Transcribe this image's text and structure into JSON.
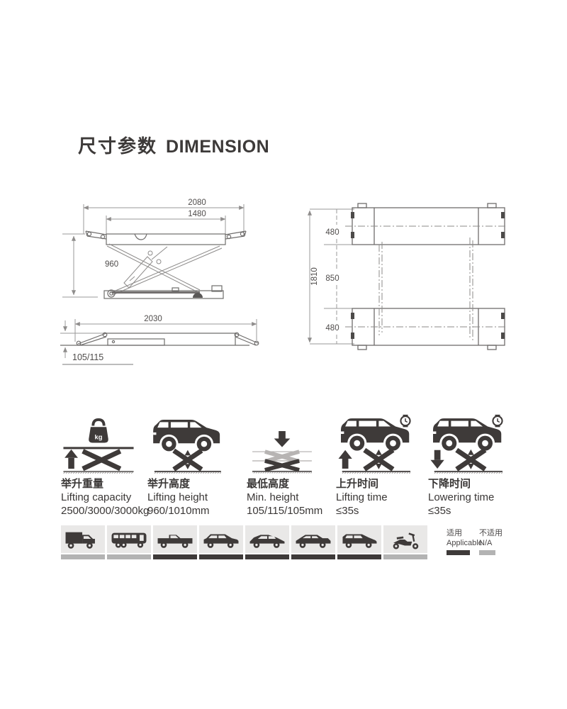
{
  "title": {
    "zh": "尺寸参数",
    "en": "DIMENSION"
  },
  "drawings": {
    "side_view_raised": {
      "overall_length": "2080",
      "platform_length": "1480",
      "raised_height": "960"
    },
    "side_view_lowered": {
      "drive_on_length": "2030",
      "min_height": "105/115"
    },
    "top_view": {
      "overall_width": "1810",
      "platform_width_top": "480",
      "inner_track": "850",
      "platform_width_bottom": "480"
    }
  },
  "specs": [
    {
      "icon": "weight-on-lift-icon",
      "label_zh": "举升重量",
      "label_en": "Lifting capacity",
      "value": "2500/3000/3000kg"
    },
    {
      "icon": "car-on-lift-icon",
      "label_zh": "举升高度",
      "label_en": "Lifting height",
      "value": "960/1010mm"
    },
    {
      "icon": "min-height-collapse-icon",
      "label_zh": "最低高度",
      "label_en": "Min. height",
      "value": "105/115/105mm"
    },
    {
      "icon": "car-lift-clock-up-icon",
      "label_zh": "上升时间",
      "label_en": "Lifting time",
      "value": "≤35s"
    },
    {
      "icon": "car-lift-clock-down-icon",
      "label_zh": "下降时间",
      "label_en": "Lowering time",
      "value": "≤35s"
    }
  ],
  "vehicle_tiles": [
    {
      "type": "box-truck",
      "applicable": false
    },
    {
      "type": "coach-bus",
      "applicable": false
    },
    {
      "type": "pickup-truck",
      "applicable": true
    },
    {
      "type": "suv",
      "applicable": true
    },
    {
      "type": "liftback-car",
      "applicable": true
    },
    {
      "type": "sedan-car",
      "applicable": true
    },
    {
      "type": "hatchback-car",
      "applicable": true
    },
    {
      "type": "scooter",
      "applicable": false
    }
  ],
  "legend": {
    "applicable_zh": "适用",
    "applicable_en": "Applicable",
    "not_applicable_zh": "不适用",
    "not_applicable_en": "N/A"
  },
  "colors": {
    "ink": "#3e3a39",
    "line_gray": "#8f8d8c",
    "dim_text": "#4f4c4b",
    "tile_bg": "#e9e8e7",
    "bar_applicable": "#3e3a39",
    "bar_na": "#b3b3b3"
  }
}
